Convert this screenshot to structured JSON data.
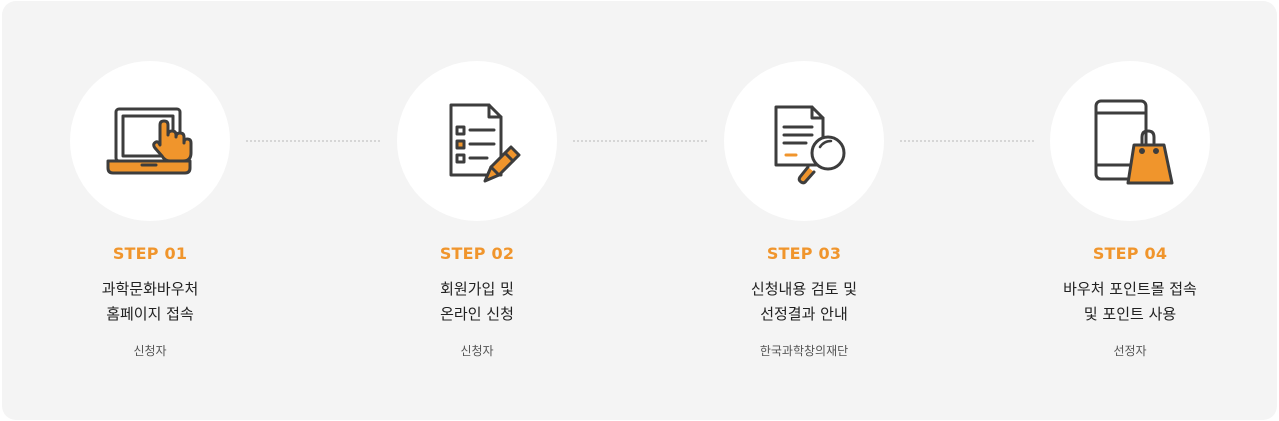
{
  "accent_color": "#f0952c",
  "steps": [
    {
      "label": "STEP 01",
      "title_line1": "과학문화바우처",
      "title_line2": "홈페이지 접속",
      "actor": "신청자",
      "icon": "laptop-touch-icon"
    },
    {
      "label": "STEP 02",
      "title_line1": "회원가입 및",
      "title_line2": "온라인 신청",
      "actor": "신청자",
      "icon": "form-pencil-icon"
    },
    {
      "label": "STEP 03",
      "title_line1": "신청내용 검토 및",
      "title_line2": "선정결과 안내",
      "actor": "한국과학창의재단",
      "icon": "document-search-icon"
    },
    {
      "label": "STEP 04",
      "title_line1": "바우처 포인트몰 접속",
      "title_line2": "및 포인트 사용",
      "actor": "선정자",
      "icon": "mobile-shopping-icon"
    }
  ]
}
